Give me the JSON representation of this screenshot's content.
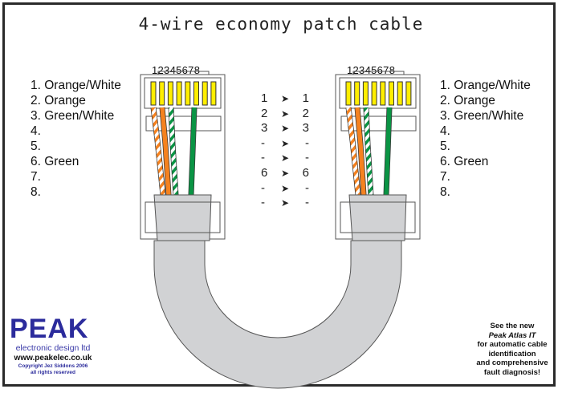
{
  "title": "4-wire economy patch cable",
  "pin_numbers": "12345678",
  "left_wiring": [
    "1. Orange/White",
    "2. Orange",
    "3. Green/White",
    "4.",
    "5.",
    "6. Green",
    "7.",
    "8."
  ],
  "right_wiring": [
    "1. Orange/White",
    "2. Orange",
    "3. Green/White",
    "4.",
    "5.",
    "6. Green",
    "7.",
    "8."
  ],
  "pin_map": [
    {
      "from": "1",
      "to": "1"
    },
    {
      "from": "2",
      "to": "2"
    },
    {
      "from": "3",
      "to": "3"
    },
    {
      "from": "-",
      "to": "-"
    },
    {
      "from": "-",
      "to": "-"
    },
    {
      "from": "6",
      "to": "6"
    },
    {
      "from": "-",
      "to": "-"
    },
    {
      "from": "-",
      "to": "-"
    }
  ],
  "arrow_glyph": "➤",
  "wires": [
    {
      "pin": 1,
      "color": "#f5821f",
      "striped": true
    },
    {
      "pin": 2,
      "color": "#f5821f",
      "striped": false
    },
    {
      "pin": 3,
      "color": "#0a9444",
      "striped": true
    },
    {
      "pin": 6,
      "color": "#0a9444",
      "striped": false
    }
  ],
  "colors": {
    "contact": "#ffee00",
    "cable": "#d1d2d4",
    "orange": "#f5821f",
    "green": "#0a9444",
    "logo_blue": "#2b2b9c"
  },
  "logo": {
    "brand": "PEAK",
    "subtitle": "electronic design ltd",
    "url": "www.peakelec.co.uk",
    "copyright": "Copyright Jez Siddons 2006",
    "rights": "all rights reserved"
  },
  "promo": {
    "line1": "See the new",
    "product": "Peak Atlas IT",
    "line3": "for automatic cable",
    "line4": "identification",
    "line5": "and comprehensive",
    "line6": "fault diagnosis!"
  }
}
